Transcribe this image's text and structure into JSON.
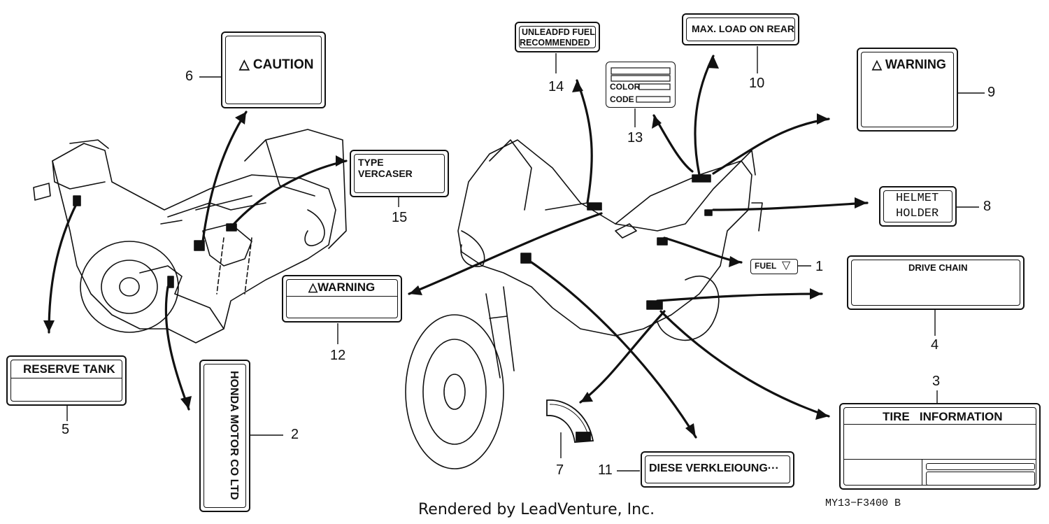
{
  "labels": {
    "caution": {
      "text": "△ CAUTION",
      "callout": "6"
    },
    "type_vercaser": {
      "line1": "TYPE",
      "line2": "VERCASER",
      "callout": "15"
    },
    "unleaded_fuel": {
      "line1": "UNLEADFD FUEL",
      "line2": "RECOMMENDED",
      "callout": "14"
    },
    "color_code": {
      "row1": "COLOR",
      "row2": "CODE",
      "callout": "13"
    },
    "max_load": {
      "text": "MAX. LOAD ON REAR",
      "callout": "10"
    },
    "warning_top": {
      "text": "△ WARNING",
      "callout": "9"
    },
    "helmet_holder": {
      "line1": "HELMET",
      "line2": "HOLDER",
      "callout": "8"
    },
    "fuel": {
      "text": "FUEL",
      "callout": "1"
    },
    "drive_chain": {
      "text": "DRIVE CHAIN",
      "callout": "4"
    },
    "warning_mid": {
      "text": "△WARNING",
      "callout": "12"
    },
    "reserve_tank": {
      "text": "RESERVE TANK",
      "callout": "5"
    },
    "honda_motor": {
      "text": "HONDA MOTOR CO LTD",
      "callout": "2"
    },
    "tire_info": {
      "text": "TIRE   INFORMATION",
      "callout": "3"
    },
    "rim_sticker": {
      "callout": "7"
    },
    "diese": {
      "text": "DIESE VERKLEIOUNG···",
      "callout": "11"
    }
  },
  "footer": {
    "rendered_by": "Rendered by LeadVenture, Inc.",
    "diagram_code": "MY13−F3400 B"
  }
}
